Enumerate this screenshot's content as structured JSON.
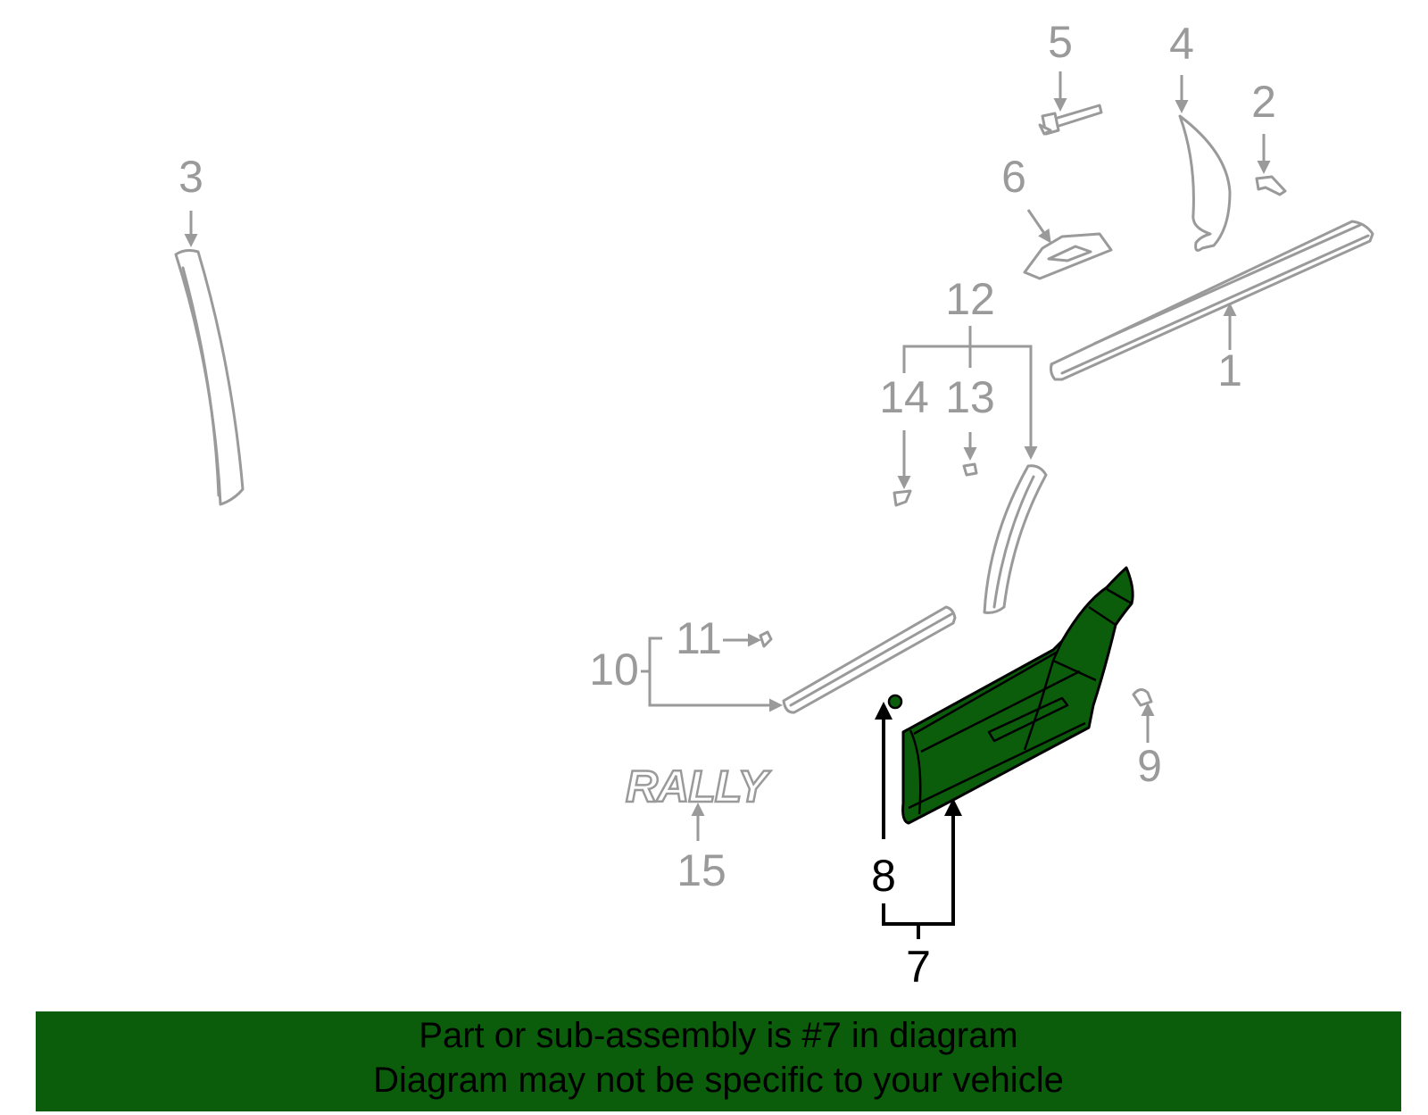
{
  "callouts": {
    "c1": "1",
    "c2": "2",
    "c3": "3",
    "c4": "4",
    "c5": "5",
    "c6": "6",
    "c7": "7",
    "c8": "8",
    "c9": "9",
    "c10": "10",
    "c11": "11",
    "c12": "12",
    "c13": "13",
    "c14": "14",
    "c15": "15"
  },
  "emblem_text": "RALLY",
  "highlight_color": "#0b5c0b",
  "footer": {
    "line1": "Part or sub-assembly is #7 in diagram",
    "line2": "Diagram may not be specific to your vehicle"
  }
}
